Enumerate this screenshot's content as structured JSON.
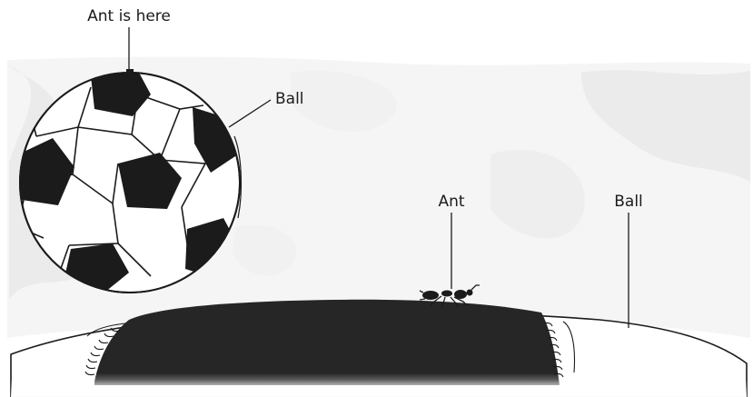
{
  "labels": {
    "ant_is_here": "Ant is here",
    "ball_small": "Ball",
    "ant": "Ant",
    "ball_large": "Ball"
  },
  "colors": {
    "ink": "#1b1b1b",
    "patch": "#262626",
    "paper": "#ffffff",
    "wash": "#ebebeb"
  },
  "icons": {
    "ant": "ant-icon",
    "ball": "soccer-ball-icon"
  }
}
